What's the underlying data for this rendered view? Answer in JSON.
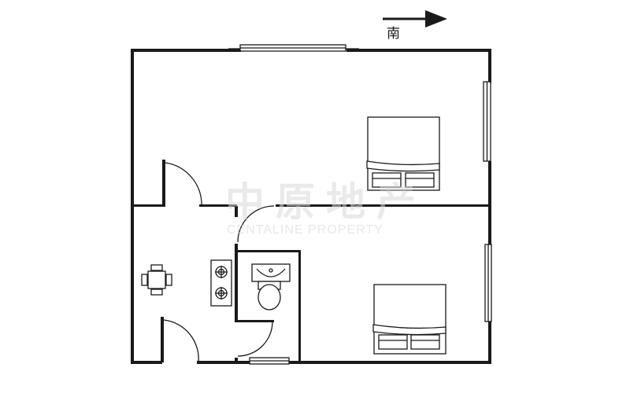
{
  "compass": {
    "label": "南",
    "arrow_icon": "arrow-right-icon"
  },
  "watermark": {
    "chinese": "中原地产",
    "english": "CENTALINE PROPERTY"
  },
  "colors": {
    "wall": "#1a1a1a",
    "watermark": "#d9d9d9",
    "background": "#ffffff"
  }
}
